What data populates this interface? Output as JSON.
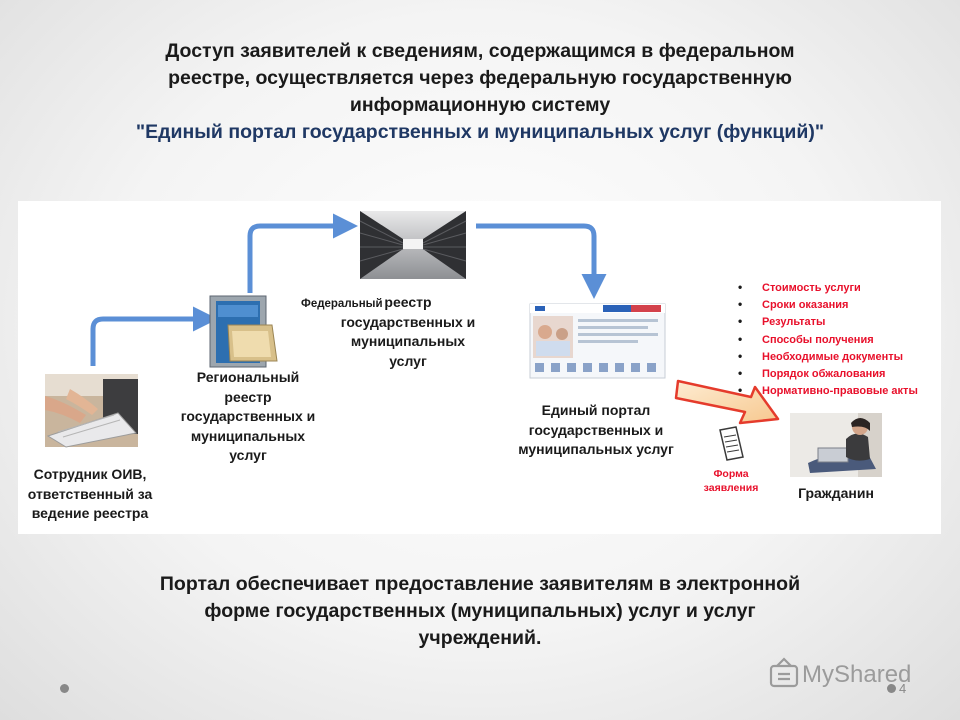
{
  "header": {
    "lines": [
      "Доступ заявителей к сведениям, содержащимся в федеральном",
      "реестре, осуществляется через федеральную государственную",
      "информационную систему"
    ],
    "quoted": "\"Единый портал государственных и муниципальных услуг (функций)\""
  },
  "diagram": {
    "employee_caption": [
      "Сотрудник ОИВ,",
      "ответственный за",
      "ведение реестра"
    ],
    "regional_caption": [
      "Региональный",
      "реестр",
      "государственных и",
      "муниципальных",
      "услуг"
    ],
    "federal_word": "Федеральный",
    "federal_caption": [
      "реестр",
      "государственных и",
      "муниципальных",
      "услуг"
    ],
    "portal_caption": [
      "Единый портал",
      "государственных и",
      "муниципальных услуг"
    ],
    "form_caption": [
      "Форма",
      "заявления"
    ],
    "citizen_caption": "Гражданин",
    "info_items": [
      "Стоимость услуги",
      "Сроки оказания",
      "Результаты",
      "Способы получения",
      "Необходимые документы",
      "Порядок обжалования",
      "Нормативно-правовые акты"
    ]
  },
  "footer": {
    "lines": [
      "Портал обеспечивает предоставление заявителям в электронной",
      "форме государственных (муниципальных) услуг и услуг",
      "учреждений."
    ],
    "page_number": "4",
    "watermark": "MyShared"
  },
  "colors": {
    "arrow": "#5b8fd6",
    "list_text": "#e8102b",
    "quoted_title": "#1f3864",
    "big_arrow": "#e53b2c"
  }
}
